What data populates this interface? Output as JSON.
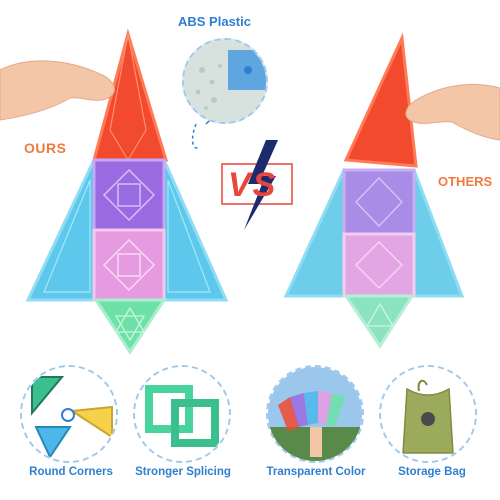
{
  "labels": {
    "ours": "OURS",
    "others": "OTHERS",
    "vs": "VS",
    "material": "ABS Plastic"
  },
  "features": [
    {
      "caption": "Round Corners"
    },
    {
      "caption": "Stronger Splicing"
    },
    {
      "caption": "Transparent Color"
    },
    {
      "caption": "Storage Bag"
    }
  ],
  "colors": {
    "label_orange": "#f07a3e",
    "caption_blue": "#2f7fd0",
    "tile_red": "#f24a2e",
    "tile_purple": "#9a6be0",
    "tile_pink": "#e69ae0",
    "tile_cyan": "#5ec8ec",
    "tile_green": "#6fe0a8",
    "vs_red": "#e8453c",
    "vs_blue": "#2e6fd6"
  }
}
